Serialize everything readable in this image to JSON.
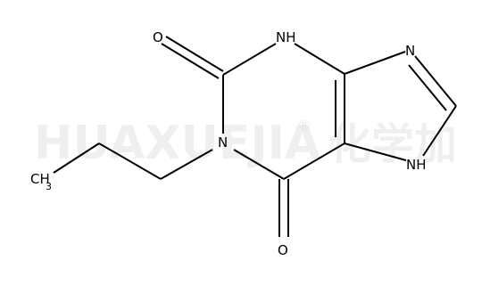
{
  "watermark": {
    "text": "HUAXUEJIA",
    "registered": "®",
    "chinese": "化学加"
  },
  "atoms": {
    "o_top": "O",
    "nh_top": "NH",
    "n_imidazole": "N",
    "n_propyl": "N",
    "nh_imidazole": "NH",
    "o_bottom": "O",
    "methyl_c": "CH",
    "methyl_sub": "3"
  }
}
